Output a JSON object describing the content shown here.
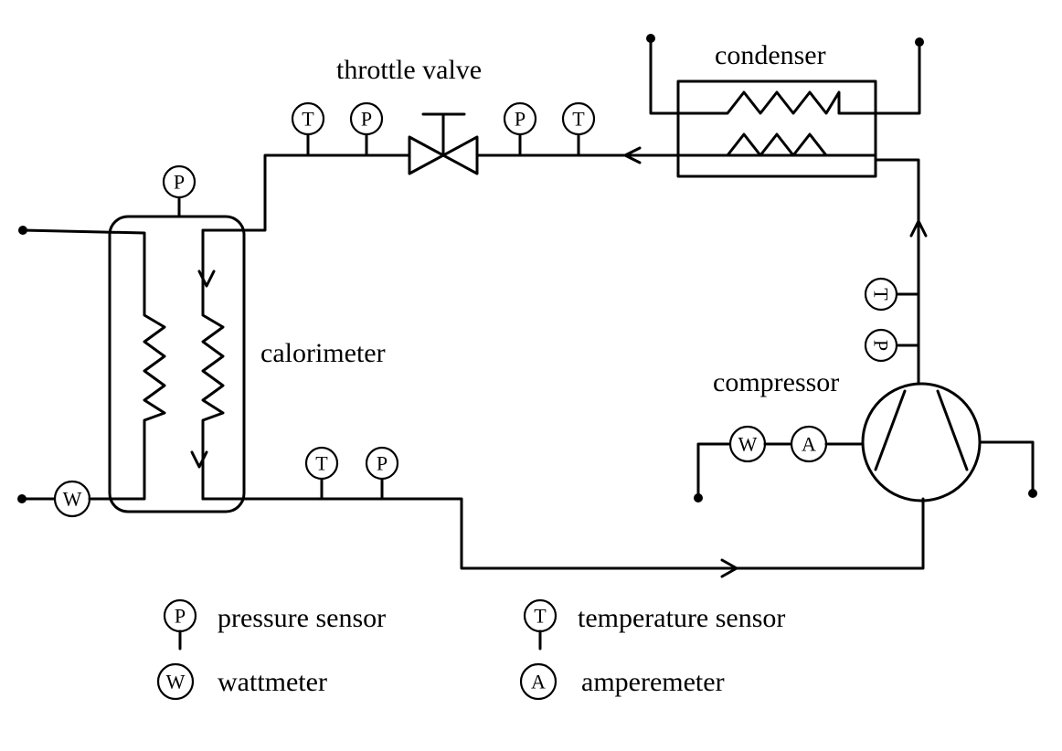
{
  "labels": {
    "throttle_valve": "throttle valve",
    "condenser": "condenser",
    "calorimeter": "calorimeter",
    "compressor": "compressor"
  },
  "legend": {
    "pressure": {
      "symbol": "P",
      "text": "pressure sensor"
    },
    "temperature": {
      "symbol": "T",
      "text": "temperature sensor"
    },
    "wattmeter": {
      "symbol": "W",
      "text": "wattmeter"
    },
    "amperemeter": {
      "symbol": "A",
      "text": "amperemeter"
    }
  },
  "sensor_symbols": {
    "pressure": "P",
    "temperature": "T",
    "wattmeter": "W",
    "amperemeter": "A"
  }
}
